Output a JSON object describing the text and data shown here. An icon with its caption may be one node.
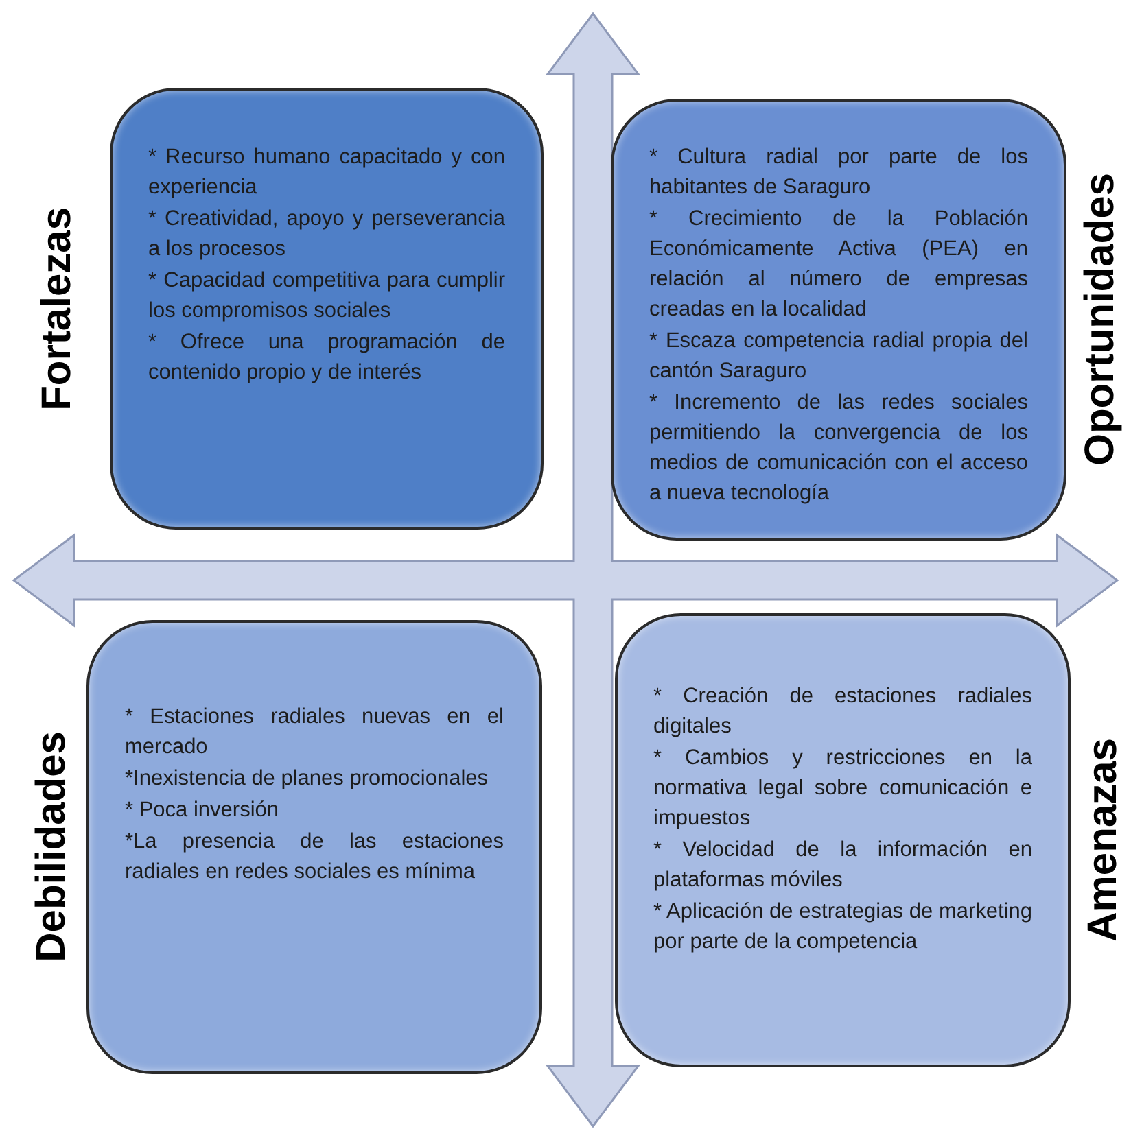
{
  "diagram": {
    "nodes": [
      {
        "text": [
          "Fortalezas",
          "* Recurso humano capacitado y con experiencia",
          "* Creatividad, apoyo y perseverancia a los procesos",
          "* Capacidad competitiva para cumplir los compromisos sociales",
          "* Ofrece una programación de contenido propio y de interés"
        ]
      },
      {
        "text": [
          "Oportunidades",
          "* Cultura radial por parte de los habitantes de Saraguro",
          "* Crecimiento de la Población Económicamente Activa (PEA) en relación al número de empresas creadas en la localidad",
          "* Escaza competencia radial propia del cantón Saraguro",
          "* Incremento de las redes sociales permitiendo la convergencia de los medios de comunicación con el acceso a nueva tecnología"
        ]
      },
      {
        "text": [
          "Debilidades",
          "* Estaciones radiales nuevas en el mercado",
          "*Inexistencia de planes promocionales",
          "* Poca inversión",
          "*La presencia de las estaciones radiales en redes sociales es mínima"
        ]
      },
      {
        "text": [
          "Amenazas",
          "* Creación de estaciones radiales digitales",
          "* Cambios y restricciones en la normativa legal sobre comunicación e impuestos",
          "* Velocidad de la información en plataformas móviles",
          "* Aplicación de estrategias de marketing por parte de la competencia"
        ]
      }
    ]
  }
}
